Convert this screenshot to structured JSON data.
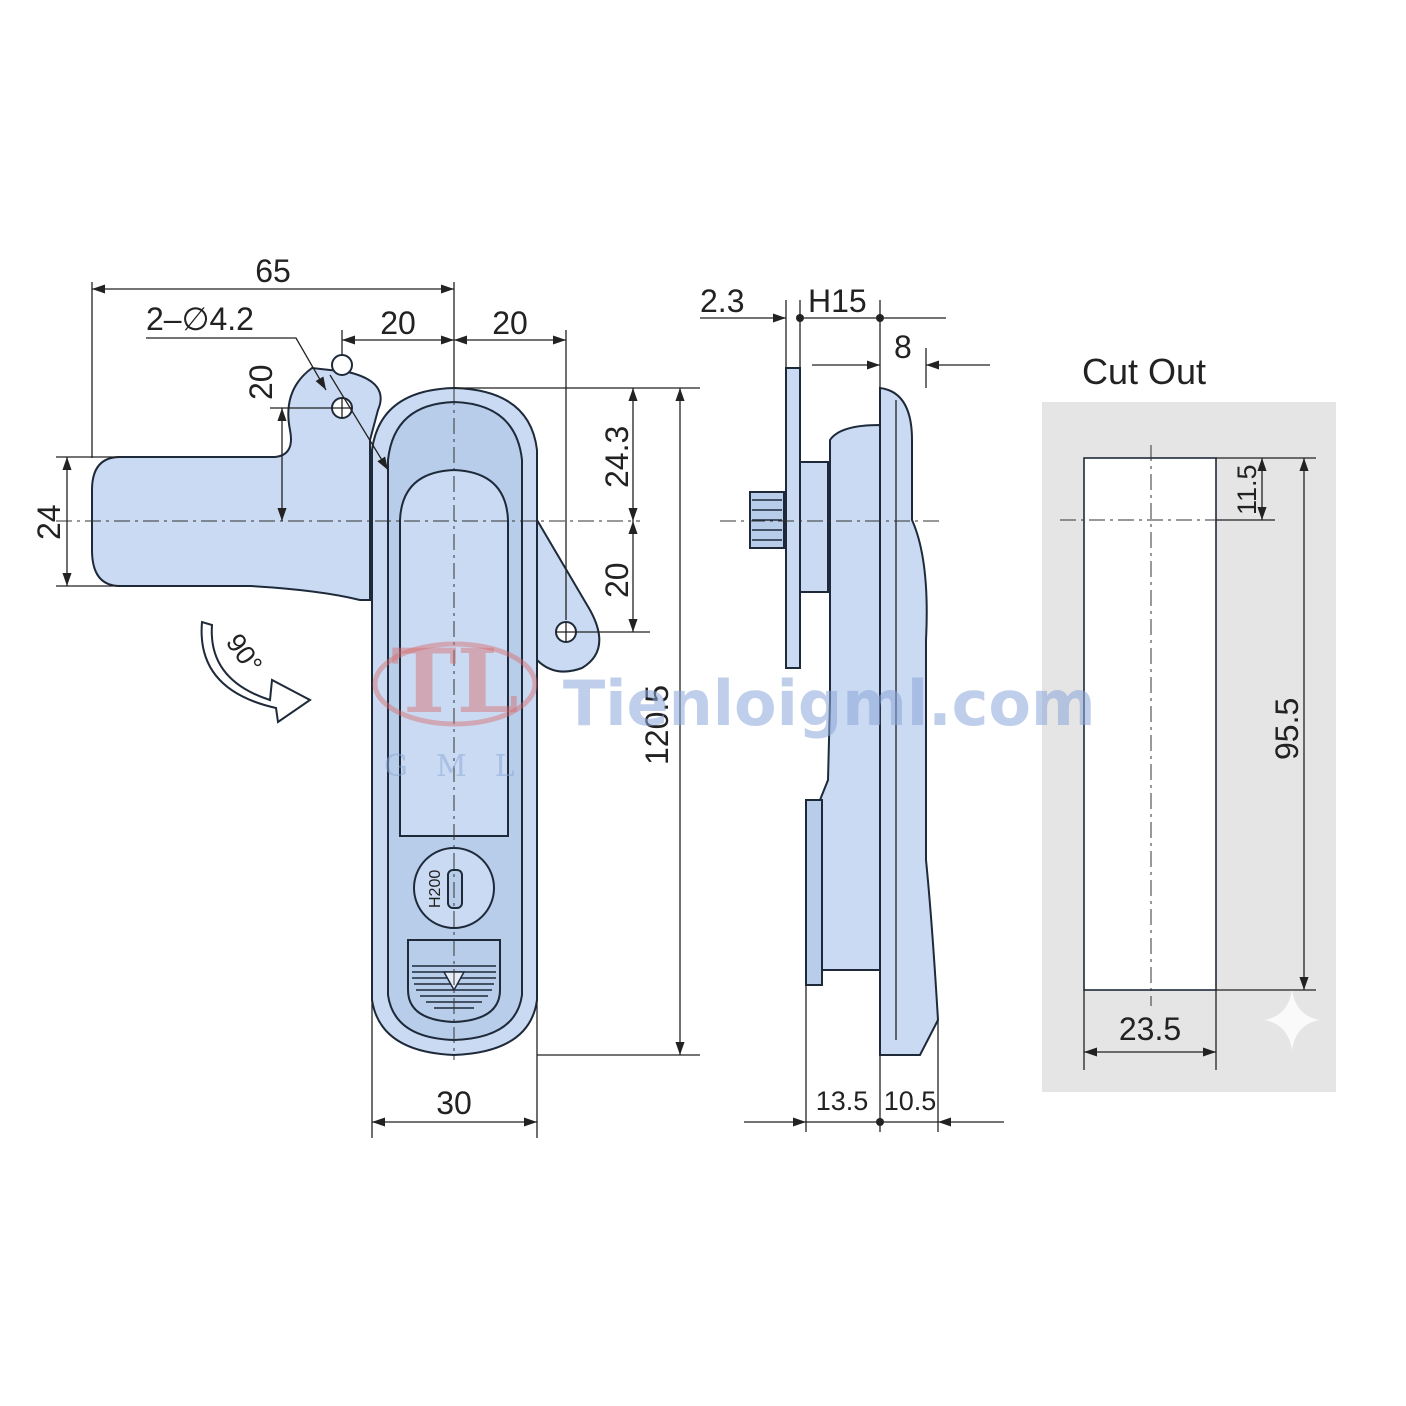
{
  "dimensions": {
    "width_total": "65",
    "holes": "2–∅4.2",
    "hole_offset_left": "20",
    "hole_offset_right": "20",
    "hole_vertical": "20",
    "handle_height": "24",
    "upper_offset": "24.3",
    "lower_offset": "20",
    "total_height": "120.5",
    "body_width": "30",
    "rotation": "90°",
    "key_label": "H200",
    "side_plate": "2.3",
    "side_h": "H15",
    "side_top": "8",
    "side_depth": "13.5",
    "side_flange": "10.5"
  },
  "cutout": {
    "title": "Cut Out",
    "height": "95.5",
    "top_offset": "11.5",
    "width": "23.5"
  },
  "watermark": {
    "site": "Tienloigml.com",
    "logo": "TL",
    "logo_sub": "GML"
  },
  "colors": {
    "part_fill": "#c9daf2",
    "outline": "#1e2a3a",
    "cutout_bg": "#e5e5e5"
  }
}
